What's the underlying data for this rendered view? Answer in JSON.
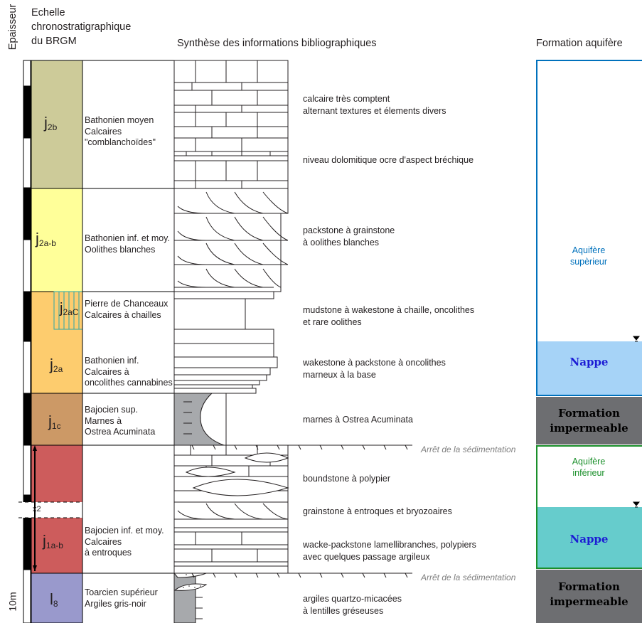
{
  "headers": {
    "thickness": "Epaisseur",
    "scale_l1": "Echelle",
    "scale_l2": "chronostratigraphique",
    "scale_l3": "du BRGM",
    "synthesis": "Synthèse des informations bibliographiques",
    "aquifer": "Formation aquifère"
  },
  "units": [
    {
      "code": "j",
      "sub": "2b",
      "label_l1": "Bathonien moyen",
      "label_l2": "Calcaires",
      "label_l3": "\"comblanchoïdes\"",
      "color": "#cdcb99"
    },
    {
      "code": "j",
      "sub": "2a-b",
      "label_l1": "Bathonien inf. et moy.",
      "label_l2": "Oolithes blanches",
      "color": "#ffff99"
    },
    {
      "code": "j",
      "sub": "2aC",
      "label_l1": "Pierre de Chanceaux",
      "label_l2": "Calcaires à chailles",
      "color": "#fdcc6e"
    },
    {
      "code": "j",
      "sub": "2a",
      "label_l1": "Bathonien inf.",
      "label_l2": "Calcaires à",
      "label_l3": "oncolithes cannabines",
      "color": "#fdcc6e"
    },
    {
      "code": "j",
      "sub": "1c",
      "label_l1": "Bajocien sup.",
      "label_l2": "Marnes à",
      "label_l3": "Ostrea Acuminata",
      "color": "#cc9966"
    },
    {
      "code": "j",
      "sub": "1a-b",
      "label_l1": "Bajocien inf. et moy.",
      "label_l2": "Calcaires",
      "label_l3": "à entroques",
      "color": "#cd5c5c"
    },
    {
      "code": "l",
      "sub": "8",
      "label_l1": "Toarcien supérieur",
      "label_l2": "Argiles gris-noir",
      "color": "#9999cc"
    }
  ],
  "descriptions": [
    {
      "l1": "calcaire très comptent",
      "l2": "alternant textures et élements divers"
    },
    {
      "l1": "niveau dolomitique ocre d'aspect bréchique"
    },
    {
      "l1": "packstone à grainstone",
      "l2": "à oolithes blanches"
    },
    {
      "l1": "mudstone à wakestone à chaille, oncolithes",
      "l2": "et rare oolithes"
    },
    {
      "l1": "wakestone à packstone à oncolithes",
      "l2": "marneux à la base"
    },
    {
      "l1": "marnes à Ostrea Acuminata"
    },
    {
      "l1": "boundstone à polypier"
    },
    {
      "l1": "grainstone à entroques et bryozoaires"
    },
    {
      "l1": "wacke-packstone lamellibranches, polypiers",
      "l2": "avec quelques passage argileux"
    },
    {
      "l1": "argiles quartzo-micacées",
      "l2": "à lentilles gréseuses"
    }
  ],
  "hiatus_label": "Arrêt de la sédimentation",
  "scale_break": "x2",
  "scale_bar": "10m",
  "aquifer": {
    "upper_l1": "Aquifère",
    "upper_l2": "supèrieur",
    "lower_l1": "Aquifère",
    "lower_l2": "inférieur",
    "nappe": "Nappe",
    "imperm_l1": "Formation",
    "imperm_l2": "impermeable"
  },
  "colors": {
    "upper_box": "#0071bc",
    "lower_box": "#1a8f2a",
    "nappe_upper": "#a6d3f7",
    "nappe_lower": "#66cccc",
    "impermeable": "#6d6e71",
    "marl": "#a7a9ac"
  }
}
